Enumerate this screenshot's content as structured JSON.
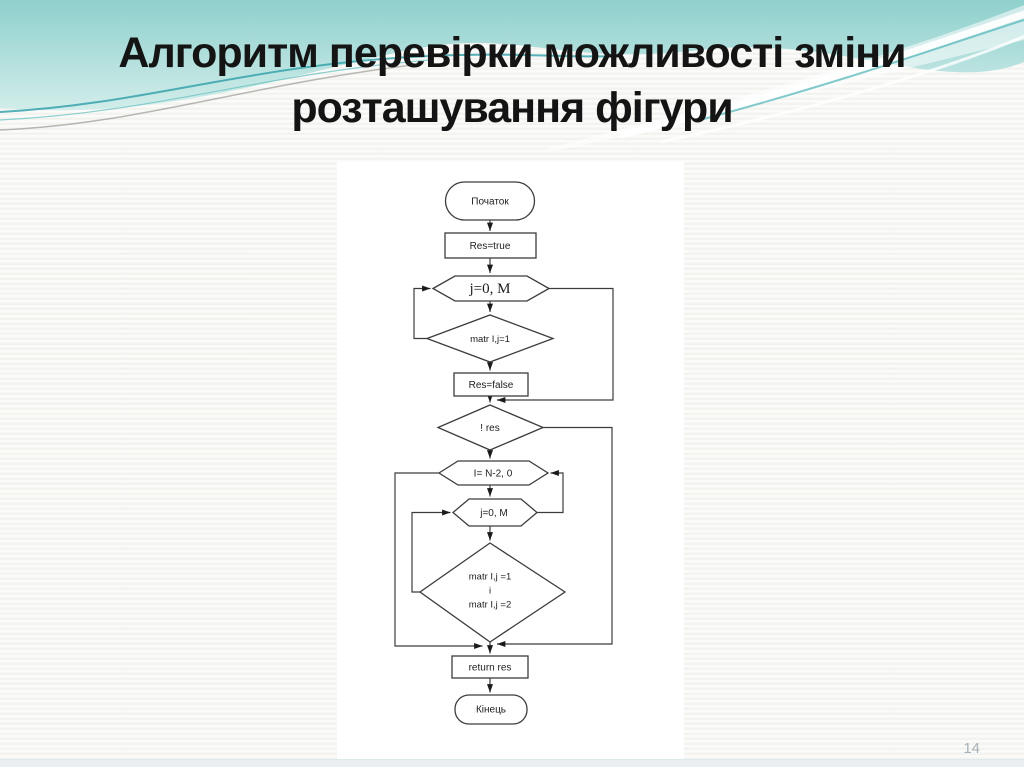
{
  "slide": {
    "title_line1": "Алгоритм перевірки можливості зміни",
    "title_line2": "розташування фігури",
    "page_number": "14"
  },
  "colors": {
    "accent_teal": "#8ed0cd",
    "accent_teal_line": "#37a2ac",
    "flow_stroke": "#3c3c3c",
    "page_number_gray": "#a6b1b7",
    "title_black": "#141414"
  },
  "flowchart": {
    "type": "flowchart",
    "nodes": [
      {
        "id": "start",
        "shape": "terminator",
        "label": "Початок"
      },
      {
        "id": "res-true",
        "shape": "process",
        "label": "Res=true"
      },
      {
        "id": "loop-j-first",
        "shape": "loop",
        "label": "j=0, M"
      },
      {
        "id": "cond-matr-1",
        "shape": "decision",
        "label": "matr I,j=1"
      },
      {
        "id": "res-false",
        "shape": "process",
        "label": "Res=false"
      },
      {
        "id": "cond-not-res",
        "shape": "decision",
        "label": "! res"
      },
      {
        "id": "loop-i",
        "shape": "loop",
        "label": "I= N-2, 0"
      },
      {
        "id": "loop-j-second",
        "shape": "loop",
        "label": "j=0, M"
      },
      {
        "id": "cond-matr-2",
        "shape": "decision",
        "lines": [
          "matr I,j =1",
          "і",
          "matr I,j =2"
        ]
      },
      {
        "id": "return-res",
        "shape": "process",
        "label": "return res"
      },
      {
        "id": "end",
        "shape": "terminator",
        "label": "Кінець"
      }
    ]
  }
}
